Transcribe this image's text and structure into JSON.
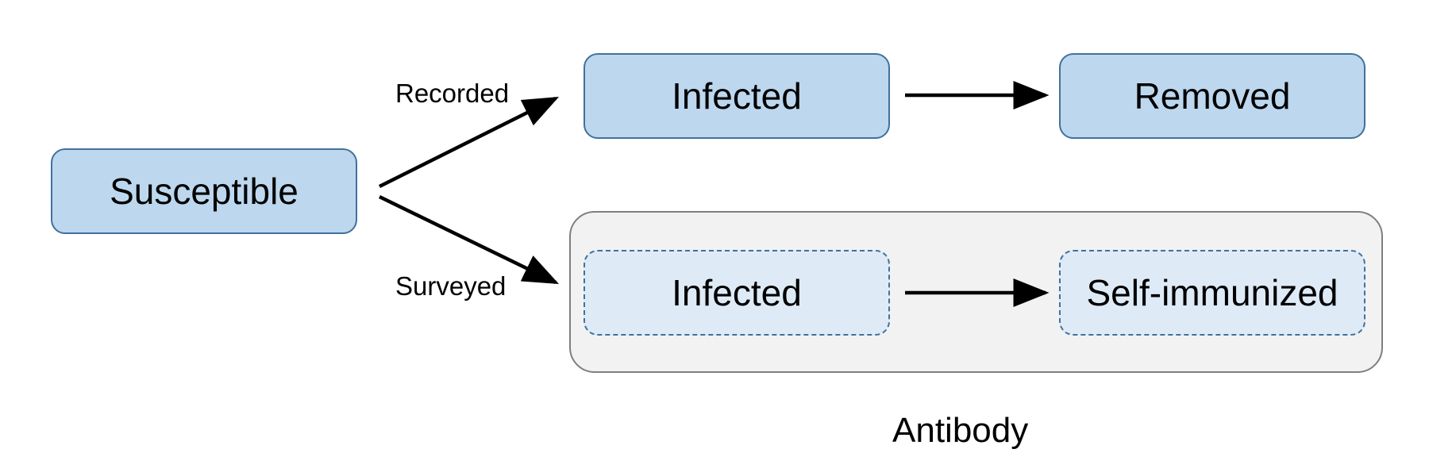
{
  "nodes": {
    "susceptible": "Susceptible",
    "infected_recorded": "Infected",
    "removed": "Removed",
    "infected_antibody": "Infected",
    "self_immunized": "Self-immunized"
  },
  "edges": {
    "recorded": "Recorded",
    "surveyed": "Surveyed"
  },
  "group": {
    "label": "Antibody"
  },
  "colors": {
    "node_fill": "#bdd7ee",
    "node_border": "#41719c",
    "dashed_node_fill": "#deebf7",
    "group_fill": "#f2f2f2",
    "group_border": "#7f7f7f",
    "arrow": "#000000"
  }
}
